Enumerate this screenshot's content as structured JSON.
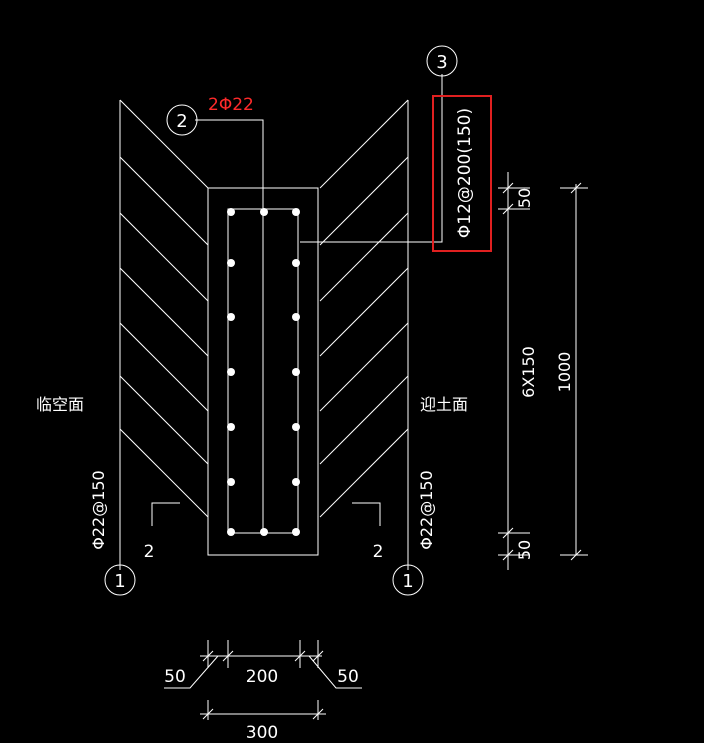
{
  "colors": {
    "background": "#000000",
    "lines": "#ffffff",
    "annotation_red": "#ff2a2a",
    "highlight_box": "#e02020"
  },
  "labels": {
    "left_face": "临空面",
    "right_face": "迎土面",
    "left_vertical_bar": "Φ22@150",
    "right_vertical_bar": "Φ22@150",
    "top_bar": "2Φ22",
    "stirrup": "Φ12@200(150)",
    "section_mark_left": "2",
    "section_mark_right": "2"
  },
  "callouts": {
    "c1_left": "1",
    "c1_right": "1",
    "c2": "2",
    "c3": "3"
  },
  "dimensions": {
    "top_spacing": "50",
    "middle_spacing": "6X150",
    "bottom_spacing": "50",
    "total_height": "1000",
    "bottom_left": "50",
    "bottom_center": "200",
    "bottom_right": "50",
    "bottom_total": "300"
  }
}
